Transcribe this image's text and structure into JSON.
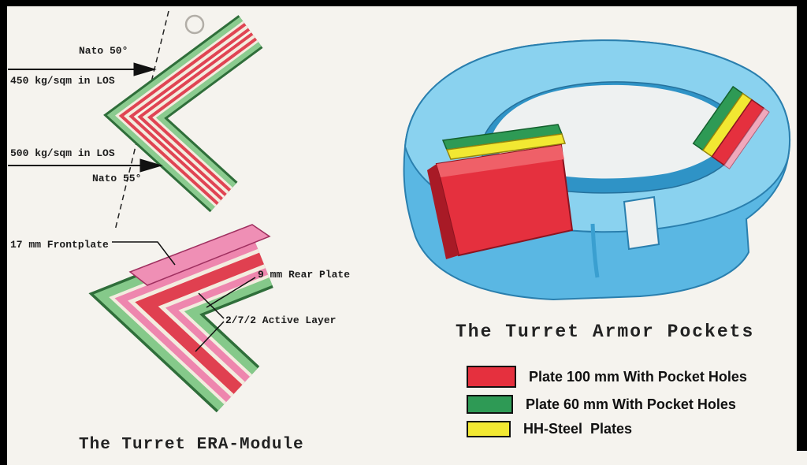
{
  "page": {
    "background": "#f5f3ee"
  },
  "era_module": {
    "labels": {
      "nato_50": "Nato 50°",
      "los_450": "450 kg/sqm in LOS",
      "los_500": "500 kg/sqm in LOS",
      "nato_55": "Nato 55°",
      "frontplate": "17 mm Frontplate",
      "rear_plate": "9 mm Rear Plate",
      "active_layer": "2/7/2 Active Layer"
    },
    "caption": "The Turret ERA-Module",
    "colors": {
      "casing_green": "#85c98a",
      "active_red": "#e04453",
      "frontplate_pink": "#ef8fb5"
    }
  },
  "armor_pockets": {
    "caption": "The Turret Armor Pockets",
    "turret_blue": "#5ab7e3",
    "legend": [
      {
        "color": "#e5303e",
        "label": "Plate 100 mm With Pocket Holes"
      },
      {
        "color": "#2e9a55",
        "label": "Plate 60 mm With Pocket Holes"
      },
      {
        "color": "#f2e832",
        "label": "HH-Steel  Plates"
      }
    ]
  }
}
